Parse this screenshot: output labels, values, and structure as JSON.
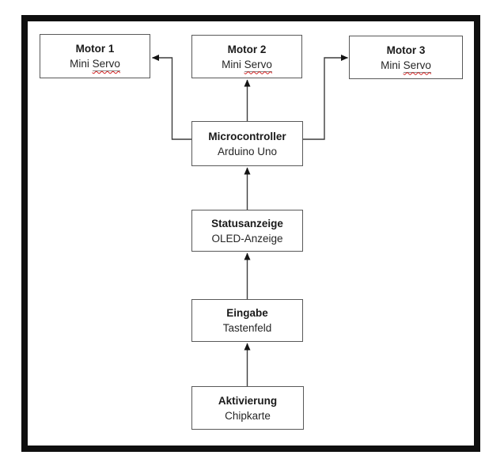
{
  "diagram": {
    "nodes": {
      "motor1": {
        "title": "Motor 1",
        "subtitle_pre": "Mini ",
        "subtitle_word": "Servo"
      },
      "motor2": {
        "title": "Motor 2",
        "subtitle_pre": "Mini ",
        "subtitle_word": "Servo"
      },
      "motor3": {
        "title": "Motor 3",
        "subtitle_pre": "Mini ",
        "subtitle_word": "Servo"
      },
      "microcontroller": {
        "title": "Microcontroller",
        "subtitle": "Arduino Uno"
      },
      "statusanzeige": {
        "title": "Statusanzeige",
        "subtitle": "OLED-Anzeige"
      },
      "eingabe": {
        "title": "Eingabe",
        "subtitle": "Tastenfeld"
      },
      "aktivierung": {
        "title": "Aktivierung",
        "subtitle": "Chipkarte"
      }
    },
    "edges": [
      {
        "from": "aktivierung",
        "to": "eingabe"
      },
      {
        "from": "eingabe",
        "to": "statusanzeige"
      },
      {
        "from": "statusanzeige",
        "to": "microcontroller"
      },
      {
        "from": "microcontroller",
        "to": "motor2"
      },
      {
        "from": "microcontroller",
        "to": "motor1"
      },
      {
        "from": "microcontroller",
        "to": "motor3"
      }
    ],
    "colors": {
      "frame": "#0f0f0f",
      "box_border": "#595959",
      "connector": "#3d3d3d",
      "arrowhead": "#141414",
      "text": "#1a1a1a",
      "squiggle": "#cf2020"
    }
  }
}
